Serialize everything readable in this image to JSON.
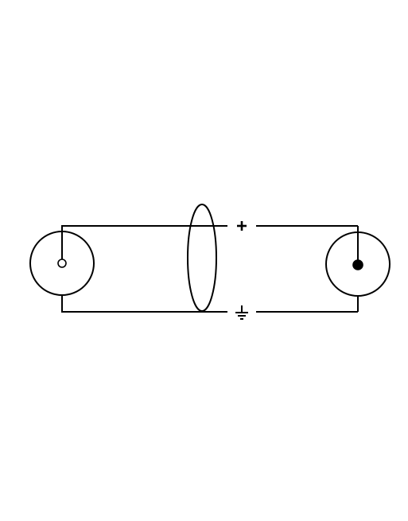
{
  "diagram": {
    "type": "cable-wiring",
    "left_connector": {
      "kind": "coaxial-female",
      "pin_style": "open"
    },
    "right_connector": {
      "kind": "coaxial-male",
      "pin_style": "solid"
    },
    "shield": {
      "kind": "cable-shield-ellipse"
    },
    "conductors": [
      {
        "role": "signal",
        "symbol": "plus-icon"
      },
      {
        "role": "ground",
        "symbol": "ground-icon"
      }
    ],
    "colors": {
      "line": "#000000",
      "background": "#ffffff"
    }
  }
}
